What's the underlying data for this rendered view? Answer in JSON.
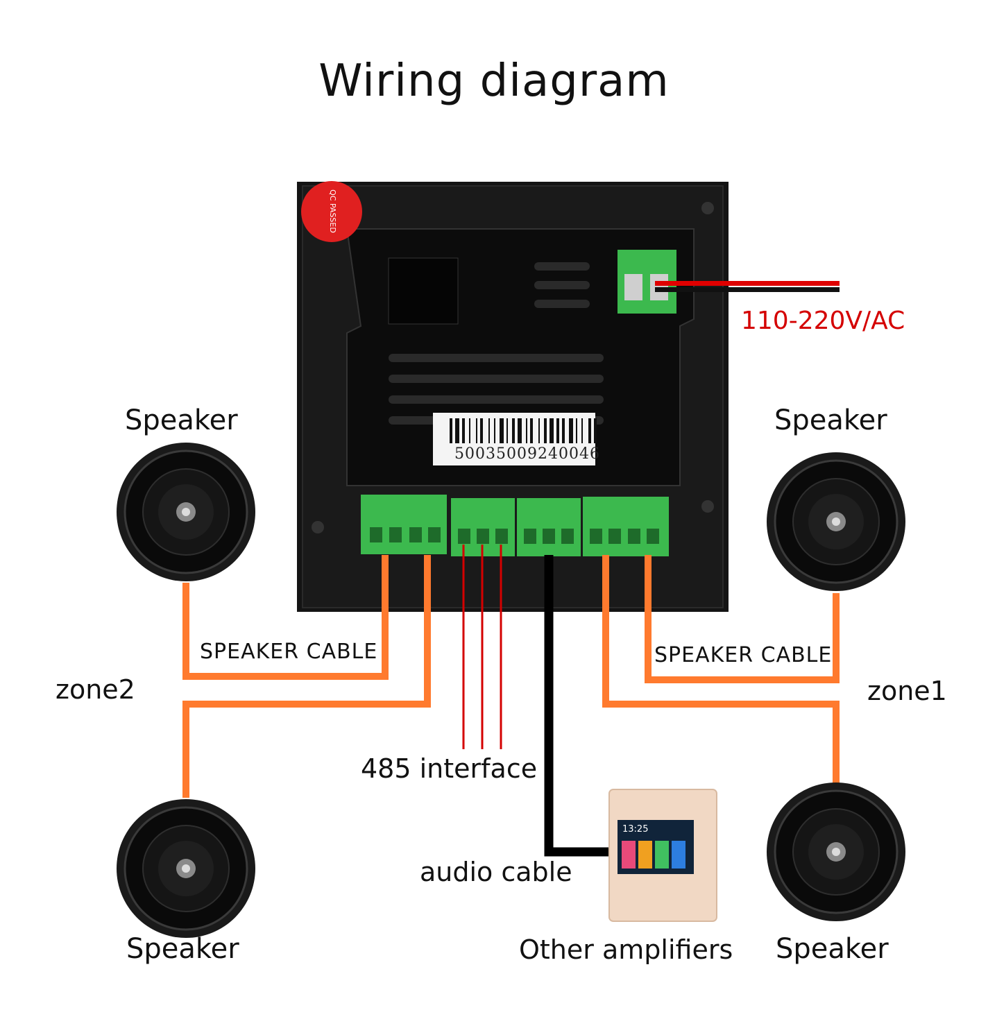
{
  "title": "Wiring diagram",
  "labels": {
    "speaker_top_left": "Speaker",
    "speaker_top_right": "Speaker",
    "speaker_bottom_left": "Speaker",
    "speaker_bottom_right": "Speaker",
    "speaker_cable_left": "SPEAKER CABLE",
    "speaker_cable_right": "SPEAKER CABLE",
    "zone2": "zone2",
    "zone1": "zone1",
    "rs485": "485 interface",
    "audio_cable": "audio cable",
    "other_amplifiers": "Other amplifiers",
    "power": "110-220V/AC"
  },
  "device": {
    "barcode_number": "50035009240046",
    "stamp_text": "QC PASSED"
  },
  "panel_screen": {
    "time": "13:25"
  },
  "colors": {
    "speaker_cable": "#ff7a2e",
    "rs485_wire": "#d40000",
    "audio_cable": "#000000",
    "power_red": "#e00000",
    "terminal_green": "#3cb94e",
    "device_body": "#111111"
  }
}
